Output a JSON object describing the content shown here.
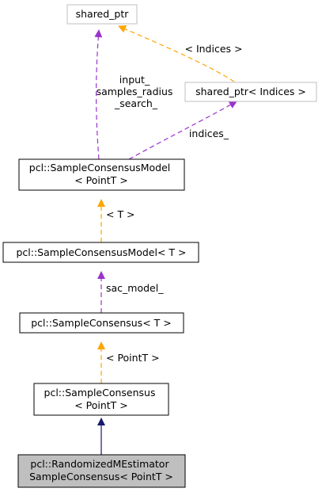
{
  "diagram": {
    "nodes": {
      "shared_ptr": {
        "lines": [
          "shared_ptr"
        ]
      },
      "shared_ptr_indices": {
        "lines": [
          "shared_ptr< Indices >"
        ]
      },
      "sac_model_pointt": {
        "lines": [
          "pcl::SampleConsensusModel",
          "< PointT >"
        ]
      },
      "sac_model_t": {
        "lines": [
          "pcl::SampleConsensusModel< T >"
        ]
      },
      "sac_t": {
        "lines": [
          "pcl::SampleConsensus< T >"
        ]
      },
      "sac_pointt": {
        "lines": [
          "pcl::SampleConsensus",
          "< PointT >"
        ]
      },
      "rmsac": {
        "lines": [
          "pcl::RandomizedMEstimator",
          "SampleConsensus< PointT >"
        ]
      }
    },
    "edges": {
      "input_samples": {
        "lines": [
          "input_",
          "samples_radius",
          "_search_"
        ]
      },
      "indices_tmpl": {
        "lines": [
          "< Indices >"
        ]
      },
      "indices": {
        "lines": [
          "indices_"
        ]
      },
      "t_tmpl": {
        "lines": [
          "< T >"
        ]
      },
      "sac_model": {
        "lines": [
          "sac_model_"
        ]
      },
      "pointt_tmpl": {
        "lines": [
          "< PointT >"
        ]
      }
    },
    "colors": {
      "usage_edge": "#9a32cd",
      "template_edge": "#ffa500",
      "inheritance_edge": "#191970",
      "node_border": "#000000",
      "external_node_border": "#bfbfbf",
      "highlight_fill": "#bfbfbf"
    }
  }
}
